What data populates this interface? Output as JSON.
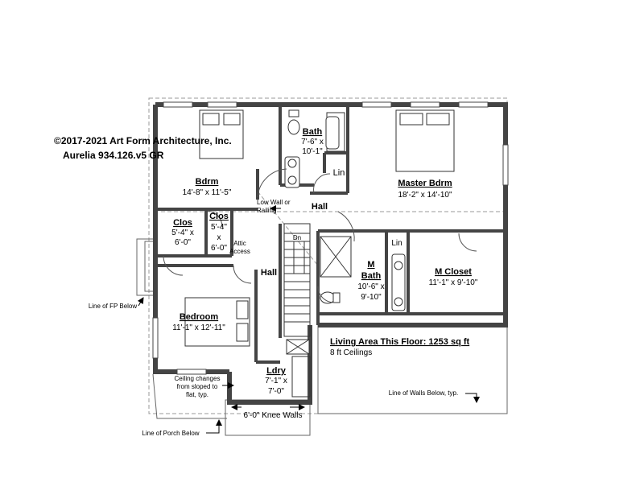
{
  "copyright": {
    "line1": "©2017-2021 Art Form Architecture, Inc.",
    "line2": "Aurelia 934.126.v5 GR"
  },
  "rooms": {
    "bdrm": {
      "name": "Bdrm",
      "dims": "14'-8\" x 11'-5\""
    },
    "bath": {
      "name": "Bath",
      "dims1": "7'-6\" x",
      "dims2": "10'-1\""
    },
    "lin_upper": {
      "name": "Lin"
    },
    "master": {
      "name": "Master Bdrm",
      "dims": "18'-2\" x 14'-10\""
    },
    "hall_upper": {
      "name": "Hall"
    },
    "clos1": {
      "name": "Clos",
      "dims1": "5'-4\" x",
      "dims2": "6'-0\""
    },
    "clos2": {
      "name": "Clos",
      "dims1": "5'-4\"",
      "dims2": "x",
      "dims3": "6'-0\""
    },
    "hall_lower": {
      "name": "Hall"
    },
    "mbath": {
      "name1": "M",
      "name2": "Bath",
      "dims1": "10'-6\" x",
      "dims2": "9'-10\""
    },
    "lin_lower": {
      "name": "Lin"
    },
    "mcloset": {
      "name": "M Closet",
      "dims": "11'-1\" x 9'-10\""
    },
    "bedroom": {
      "name": "Bedroom",
      "dims": "11'-1\" x 12'-11\""
    },
    "ldry": {
      "name": "Ldry",
      "dims1": "7'-1\" x",
      "dims2": "7'-0\""
    }
  },
  "notes": {
    "low_wall1": "Low Wall or",
    "low_wall2": "Railing",
    "attic1": "Attic",
    "attic2": "Access",
    "dn": "Dn",
    "fp_below": "Line of FP Below",
    "ceiling1": "Ceiling changes",
    "ceiling2": "from sloped to",
    "ceiling3": "flat, typ.",
    "knee_walls": "6'-0\" Knee Walls",
    "porch_below": "Line of Porch Below",
    "walls_below": "Line of Walls Below, typ."
  },
  "area": {
    "title": "Living Area This Floor: 1253 sq ft",
    "ceilings": "8 ft Ceilings"
  }
}
